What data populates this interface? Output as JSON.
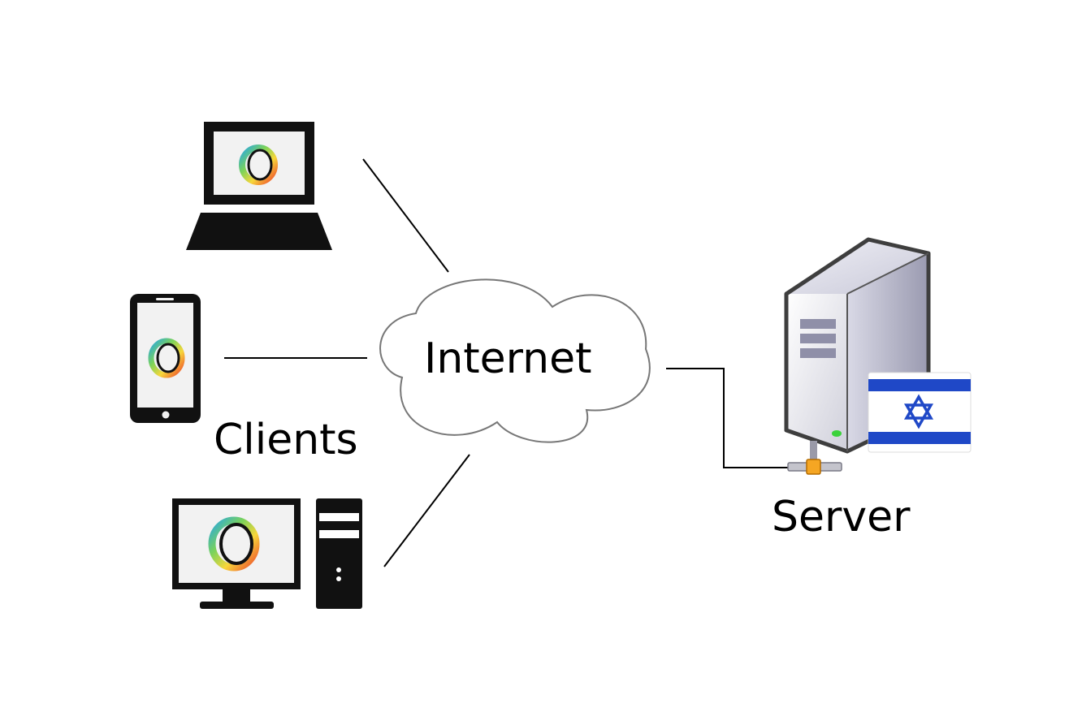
{
  "labels": {
    "internet": "Internet",
    "clients": "Clients",
    "server": "Server"
  },
  "icons": {
    "laptop": "laptop-icon",
    "phone": "smartphone-icon",
    "desktop": "desktop-computer-icon",
    "tower": "computer-tower-icon",
    "server": "server-icon",
    "flag": "israel-flag-icon",
    "logo": "o-logo-icon"
  },
  "colors": {
    "device": "#111111",
    "screen": "#f2f2f2",
    "cloud_stroke": "#777777",
    "flag_blue": "#1f48c7",
    "server_led": "#3bd23b",
    "network_connector": "#f5a623"
  }
}
